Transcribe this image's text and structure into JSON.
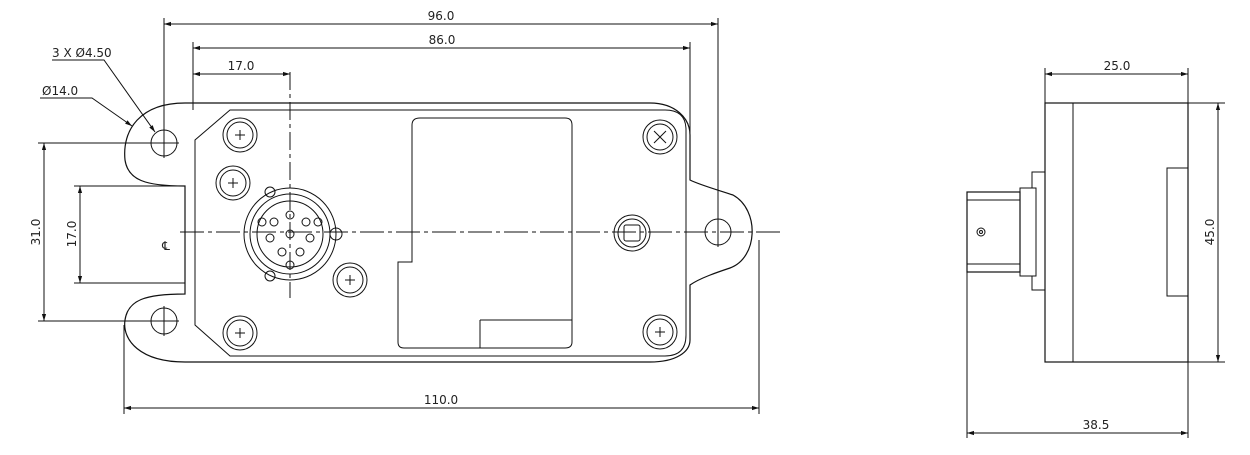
{
  "front_view": {
    "dim_overall_width": "96.0",
    "dim_hole_spacing": "86.0",
    "dim_connector_offset": "17.0",
    "dim_hole_label": "3 X ",
    "dim_hole_diameter": "4.50",
    "dim_boss_label": "14.0",
    "diameter_symbol": "Ø",
    "dim_vertical_span": "31.0",
    "dim_vertical_inner": "17.0",
    "dim_total_length": "110.0",
    "centerline_symbol": "℄"
  },
  "side_view": {
    "dim_depth_body": "25.0",
    "dim_height": "45.0",
    "dim_depth_total": "38.5"
  }
}
